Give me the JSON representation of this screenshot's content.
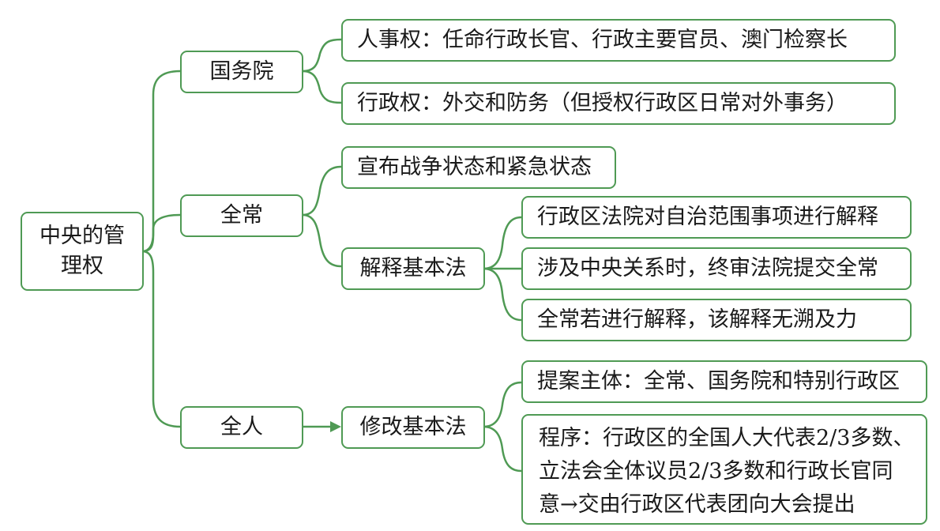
{
  "root": {
    "line1": "中央的管",
    "line2": "理权"
  },
  "level1": {
    "guowuyuan": "国务院",
    "quanchang": "全常",
    "quanren": "全人"
  },
  "level2": {
    "renshiquan": "人事权：任命行政长官、行政主要官员、澳门检察长",
    "xingzhengquan": "行政权：外交和防务（但授权行政区日常对外事务）",
    "xuanbu": "宣布战争状态和紧急状态",
    "jieshi": "解释基本法",
    "xiugai": "修改基本法"
  },
  "level3": {
    "jieshi_1": "行政区法院对自治范围事项进行解释",
    "jieshi_2": "涉及中央关系时，终审法院提交全常",
    "jieshi_3": "全常若进行解释，该解释无溯及力",
    "xiugai_1": "提案主体：全常、国务院和特别行政区",
    "xiugai_2_line1": "程序：行政区的全国人大代表2/3多数、",
    "xiugai_2_line2": "立法会全体议员2/3多数和行政长官同",
    "xiugai_2_line3": "意→交由行政区代表团向大会提出"
  },
  "colors": {
    "border": "#4f9a54",
    "connector": "#4f9a54",
    "text": "#1a1a1a"
  }
}
